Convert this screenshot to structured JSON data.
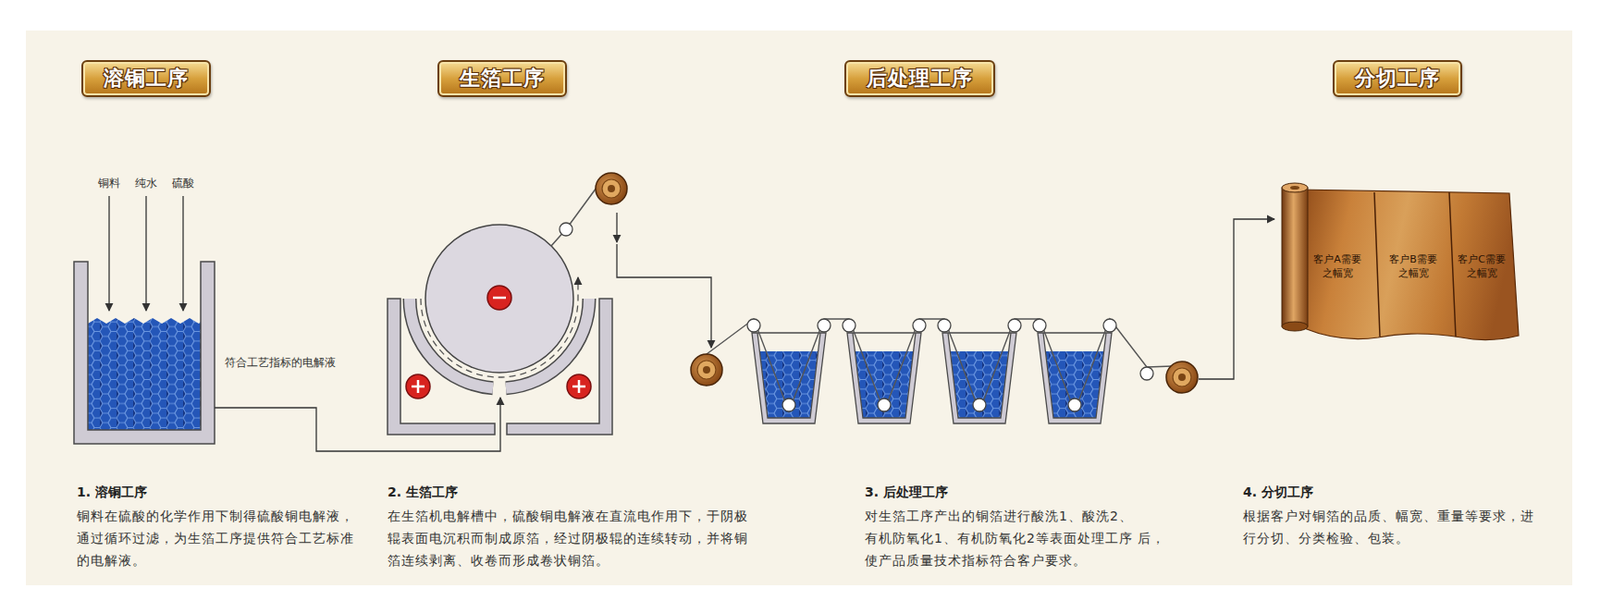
{
  "diagram": {
    "nodes": [
      {
        "text": [
          "溶铜工序"
        ]
      },
      {
        "text": [
          "生箔工序"
        ]
      },
      {
        "text": [
          "后处理工序"
        ]
      },
      {
        "text": [
          "分切工序"
        ]
      },
      {
        "text": [
          "客户A需要 之幅宽",
          "客户B需要 之幅宽",
          "客户C需要 之幅宽"
        ]
      }
    ],
    "labels": [
      "铜料",
      "纯水",
      "硫酸",
      "符合工艺指标的电解液",
      "1. 溶铜工序",
      "铜料在硫酸的化学作用下制得硫酸铜电解液， 通过循环过滤，为生箔工序提供符合工艺标准 的电解液。",
      "2. 生箔工序",
      "在生箔机电解槽中，硫酸铜电解液在直流电作用下，于阴极 辊表面电沉积而制成原箔，经过阴极辊的连续转动，并将铜 箔连续剥离、收卷而形成卷状铜箔。",
      "3. 后处理工序",
      "对生箔工序产出的铜箔进行酸洗1、酸洗2、 有机防氧化1、有机防氧化2等表面处理工序 后，使产品质量技术指标符合客户要求。",
      "4. 分切工序",
      "根据客户对铜箔的品质、幅宽、重量等要求，进 行分切、分类检验、包装。"
    ]
  }
}
